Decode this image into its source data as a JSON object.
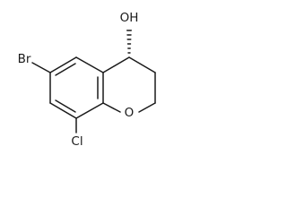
{
  "structure": {
    "atom_labels": {
      "hydroxyl": "OH",
      "bromine": "Br",
      "chlorine": "Cl",
      "ring_oxygen": "O"
    },
    "stereo_bond": "hashed-wedge"
  },
  "colors": {
    "bond": "#1a1a1a",
    "text": "#1a1a1a",
    "background": "#ffffff"
  }
}
